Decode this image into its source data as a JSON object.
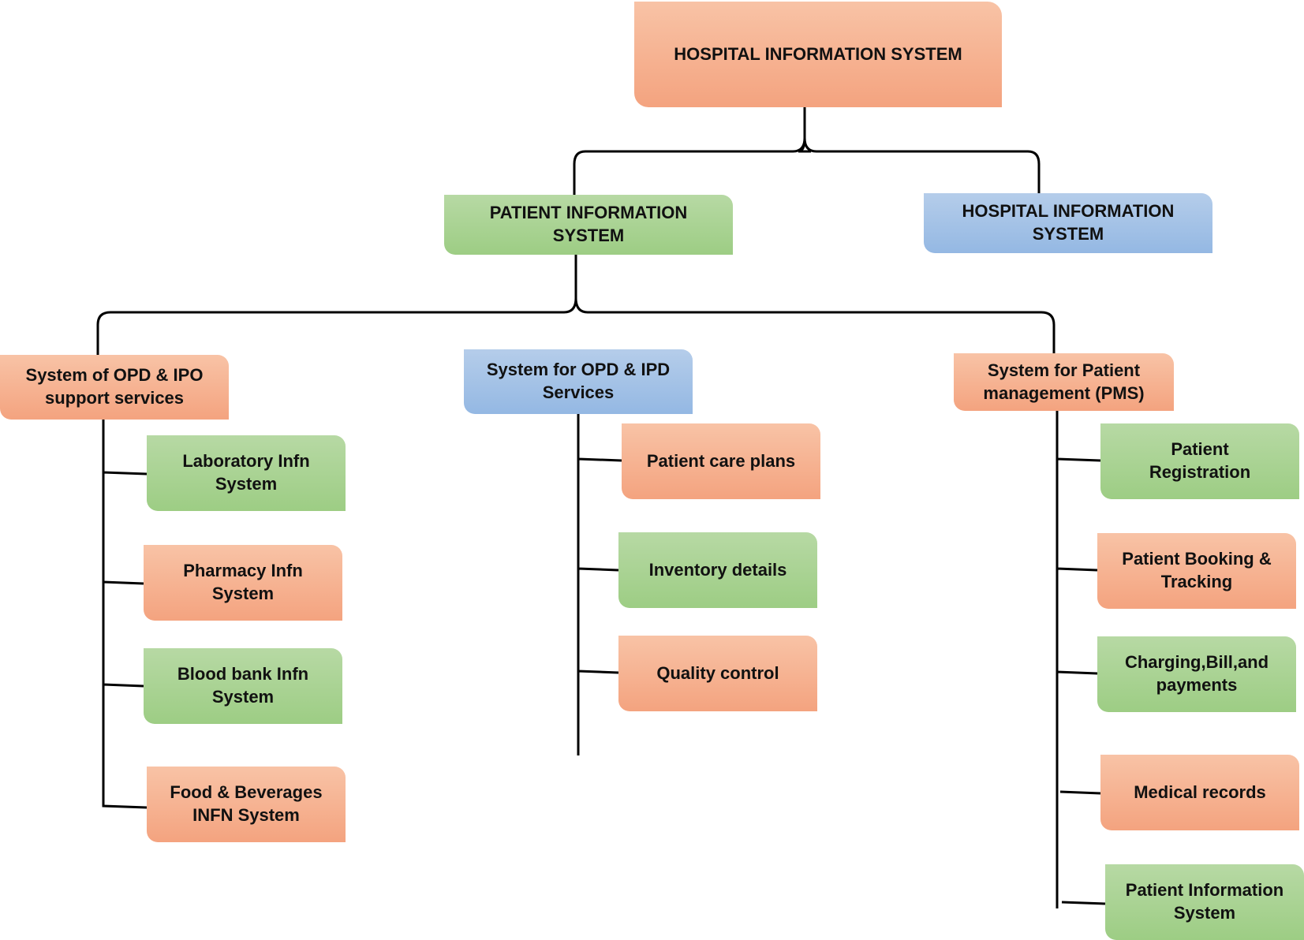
{
  "root": {
    "label": "HOSPITAL INFORMATION SYSTEM"
  },
  "level1": {
    "patient_info": {
      "label": "PATIENT INFORMATION\nSYSTEM"
    },
    "hospital_info": {
      "label": "HOSPITAL INFORMATION\nSYSTEM"
    }
  },
  "level2": {
    "support": {
      "label": "System of OPD & IPO\nsupport services",
      "children": [
        {
          "label": "Laboratory Infn\nSystem"
        },
        {
          "label": "Pharmacy Infn\nSystem"
        },
        {
          "label": "Blood bank Infn\nSystem"
        },
        {
          "label": "Food & Beverages\nINFN System"
        }
      ]
    },
    "services": {
      "label": "System for OPD & IPD\nServices",
      "children": [
        {
          "label": "Patient care plans"
        },
        {
          "label": "Inventory details"
        },
        {
          "label": "Quality control"
        }
      ]
    },
    "pms": {
      "label": "System for Patient\nmanagement (PMS)",
      "children": [
        {
          "label": "Patient\nRegistration"
        },
        {
          "label": "Patient Booking &\nTracking"
        },
        {
          "label": "Charging,Bill,and\npayments"
        },
        {
          "label": "Medical records"
        },
        {
          "label": "Patient Information\nSystem"
        }
      ]
    }
  },
  "colors": {
    "orange": "#f4a37f",
    "green": "#9dcd84",
    "blue": "#94b8e3",
    "connector": "#000000"
  }
}
